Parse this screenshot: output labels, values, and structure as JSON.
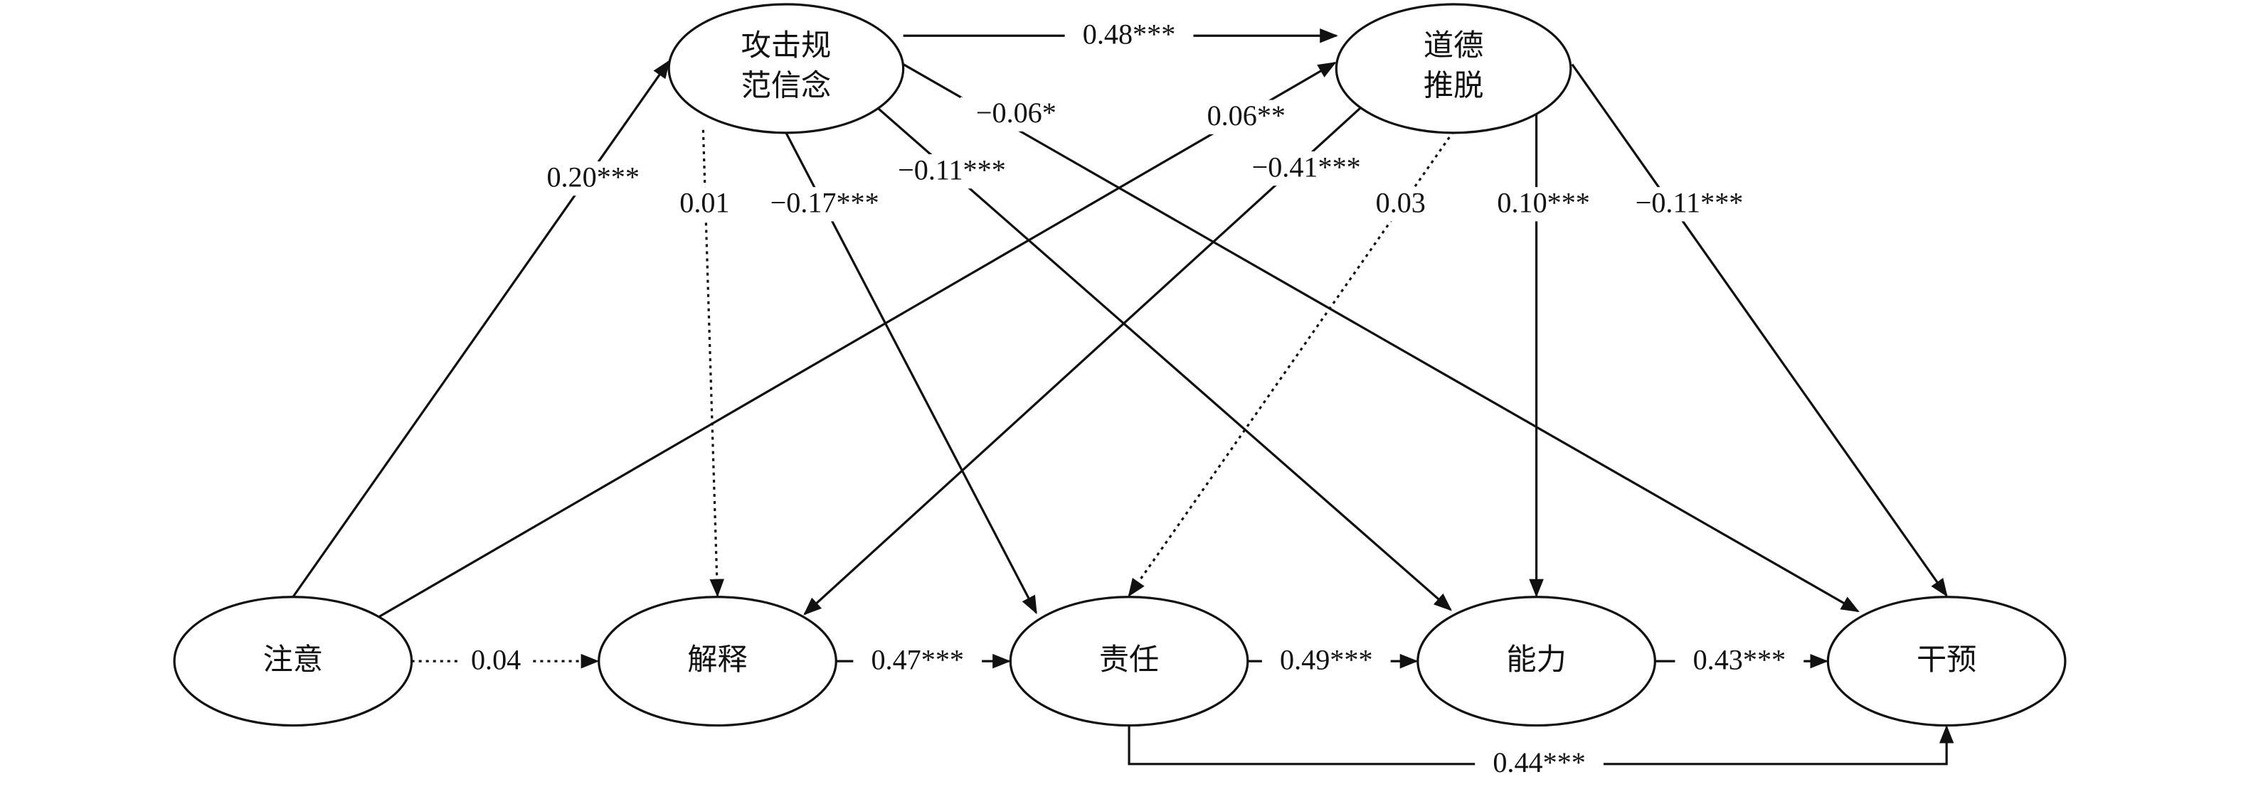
{
  "nodes": {
    "attention": "注意",
    "interpretation": "解释",
    "responsibility": "责任",
    "ability": "能力",
    "intervention": "干预",
    "aggression_norm_line1": "攻击规",
    "aggression_norm_line2": "范信念",
    "moral_disengagement_line1": "道德",
    "moral_disengagement_line2": "推脱"
  },
  "paths": {
    "attention_to_norm": "0.20***",
    "attention_to_moral": "0.06**",
    "norm_to_interpretation": "0.01",
    "norm_to_responsibility": "−0.17***",
    "norm_to_ability": "−0.11***",
    "norm_to_intervention": "−0.06*",
    "norm_to_moral": "0.48***",
    "moral_to_interpretation": "−0.41***",
    "moral_to_responsibility": "0.03",
    "moral_to_ability": "0.10***",
    "moral_to_intervention": "−0.11***",
    "attention_to_interpretation": "0.04",
    "interpretation_to_responsibility": "0.47***",
    "responsibility_to_ability": "0.49***",
    "ability_to_intervention": "0.43***",
    "responsibility_to_intervention": "0.44***"
  }
}
